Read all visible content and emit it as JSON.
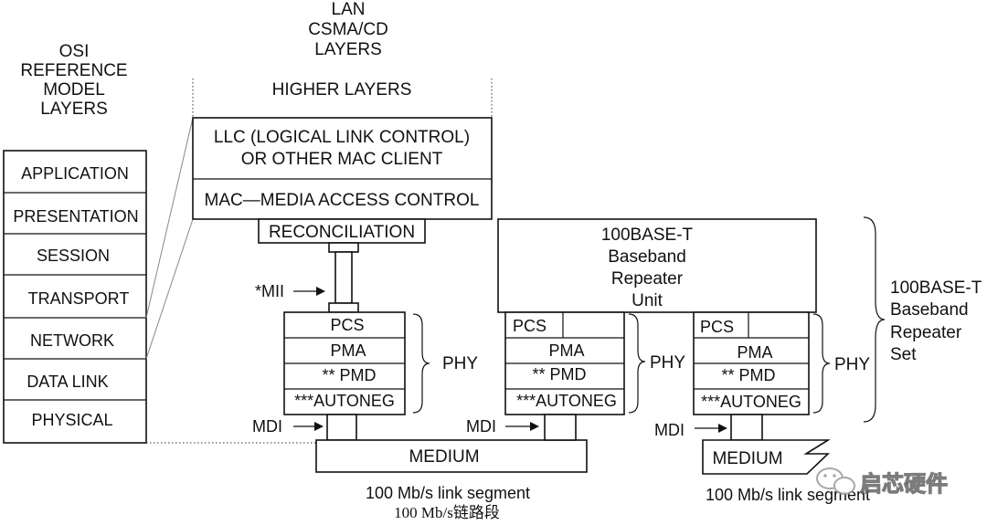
{
  "osi_header": [
    "OSI",
    "REFERENCE",
    "MODEL",
    "LAYERS"
  ],
  "lan_header": [
    "LAN",
    "CSMA/CD",
    "LAYERS"
  ],
  "osi_layers": [
    "APPLICATION",
    "PRESENTATION",
    "SESSION",
    "TRANSPORT",
    "NETWORK",
    "DATA LINK",
    "PHYSICAL"
  ],
  "higher_layers": "HIGHER LAYERS",
  "llc": [
    "LLC (LOGICAL LINK CONTROL)",
    "OR OTHER MAC CLIENT"
  ],
  "mac": "MAC—MEDIA ACCESS CONTROL",
  "reconciliation": "RECONCILIATION",
  "mii": "*MII",
  "phy_stack": {
    "pcs": "PCS",
    "pma": "PMA",
    "pmd": "** PMD",
    "autoneg": "***AUTONEG",
    "phy": "PHY"
  },
  "mdi": "MDI",
  "medium": "MEDIUM",
  "repeater_unit": [
    "100BASE-T",
    "Baseband",
    "Repeater",
    "Unit"
  ],
  "repeater_set": [
    "100BASE-T",
    "Baseband",
    "Repeater",
    "Set"
  ],
  "link_segment": "100 Mb/s link segment",
  "link_segment_cn": "100 Mb/s链路段",
  "watermark": "启芯硬件"
}
